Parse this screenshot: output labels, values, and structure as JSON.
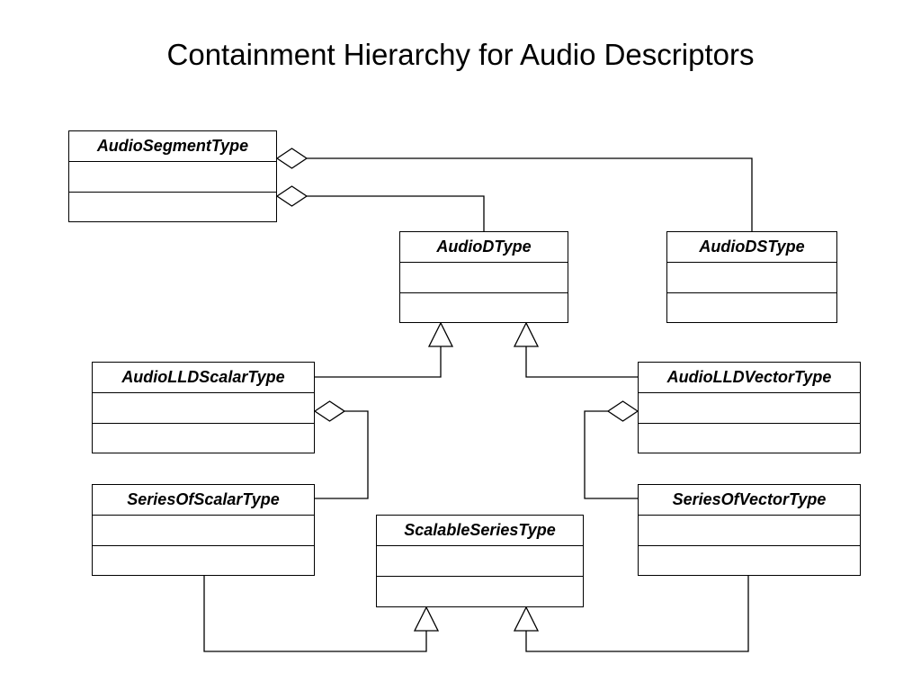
{
  "title": "Containment Hierarchy for Audio Descriptors",
  "classes": {
    "audio_segment_type": "AudioSegmentType",
    "audio_d_type": "AudioDType",
    "audio_ds_type": "AudioDSType",
    "audio_lld_scalar_type": "AudioLLDScalarType",
    "audio_lld_vector_type": "AudioLLDVectorType",
    "series_of_scalar_type": "SeriesOfScalarType",
    "scalable_series_type": "ScalableSeriesType",
    "series_of_vector_type": "SeriesOfVectorType"
  },
  "relationships": [
    {
      "type": "aggregation",
      "whole": "AudioSegmentType",
      "part": "AudioDSType"
    },
    {
      "type": "aggregation",
      "whole": "AudioSegmentType",
      "part": "AudioDType"
    },
    {
      "type": "generalization",
      "child": "AudioLLDScalarType",
      "parent": "AudioDType"
    },
    {
      "type": "generalization",
      "child": "AudioLLDVectorType",
      "parent": "AudioDType"
    },
    {
      "type": "aggregation",
      "whole": "AudioLLDScalarType",
      "part": "SeriesOfScalarType"
    },
    {
      "type": "aggregation",
      "whole": "AudioLLDVectorType",
      "part": "SeriesOfVectorType"
    },
    {
      "type": "generalization",
      "child": "SeriesOfScalarType",
      "parent": "ScalableSeriesType"
    },
    {
      "type": "generalization",
      "child": "SeriesOfVectorType",
      "parent": "ScalableSeriesType"
    }
  ],
  "colors": {
    "line": "#000000",
    "background": "#ffffff"
  }
}
